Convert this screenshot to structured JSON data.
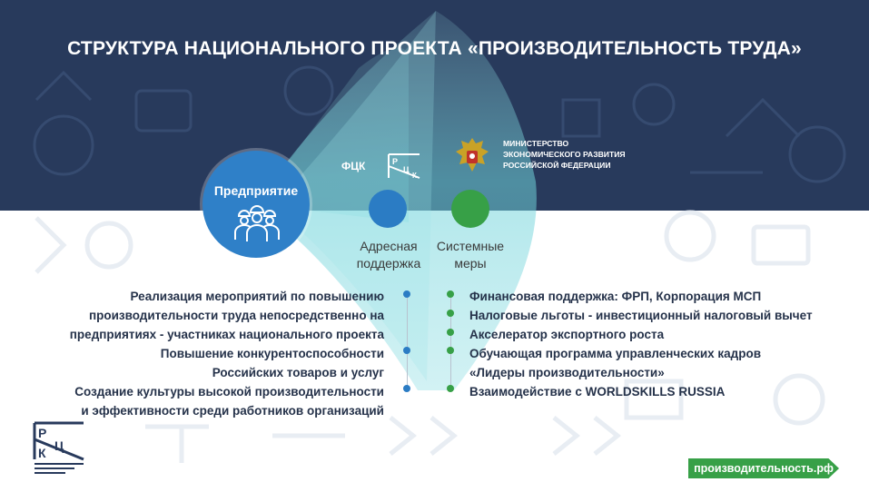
{
  "title": "СТРУКТУРА  НАЦИОНАЛЬНОГО ПРОЕКТА «ПРОИЗВОДИТЕЛЬНОСТЬ ТРУДА»",
  "enterprise": {
    "label": "Предприятие",
    "icon": "workers-icon"
  },
  "rck_logo_text": "ФЦК",
  "ministry": [
    "МИНИСТЕРСТВО",
    "ЭКОНОМИЧЕСКОГО РАЗВИТИЯ",
    "РОССИЙСКОЙ ФЕДЕРАЦИИ"
  ],
  "columns": {
    "targeted": [
      "Адресная",
      "поддержка"
    ],
    "systemic": [
      "Системные",
      "меры"
    ]
  },
  "left_items": [
    "Реализация мероприятий по повышению",
    "производительности труда непосредственно на",
    "предприятиях - участниках национального проекта",
    "Повышение конкурентоспособности",
    "Российских товаров и услуг",
    "Создание культуры высокой производительности",
    "и эффективности среди работников организаций"
  ],
  "right_items": [
    "Финансовая поддержка: ФРП, Корпорация МСП",
    "Налоговые льготы - инвестиционный налоговый вычет",
    "Акселератор экспортного роста",
    "Обучающая программа управленческих кадров",
    "«Лидеры производительности»",
    "Взаимодействие с WORLDSKILLS RUSSIA"
  ],
  "bottom_logo_letters": [
    "Р",
    "Ц",
    "К"
  ],
  "website": "производительность.рф",
  "colors": {
    "navy": "#283a5c",
    "blue": "#2b7cc4",
    "green": "#37a047",
    "cyan": "#7fd6dd"
  }
}
